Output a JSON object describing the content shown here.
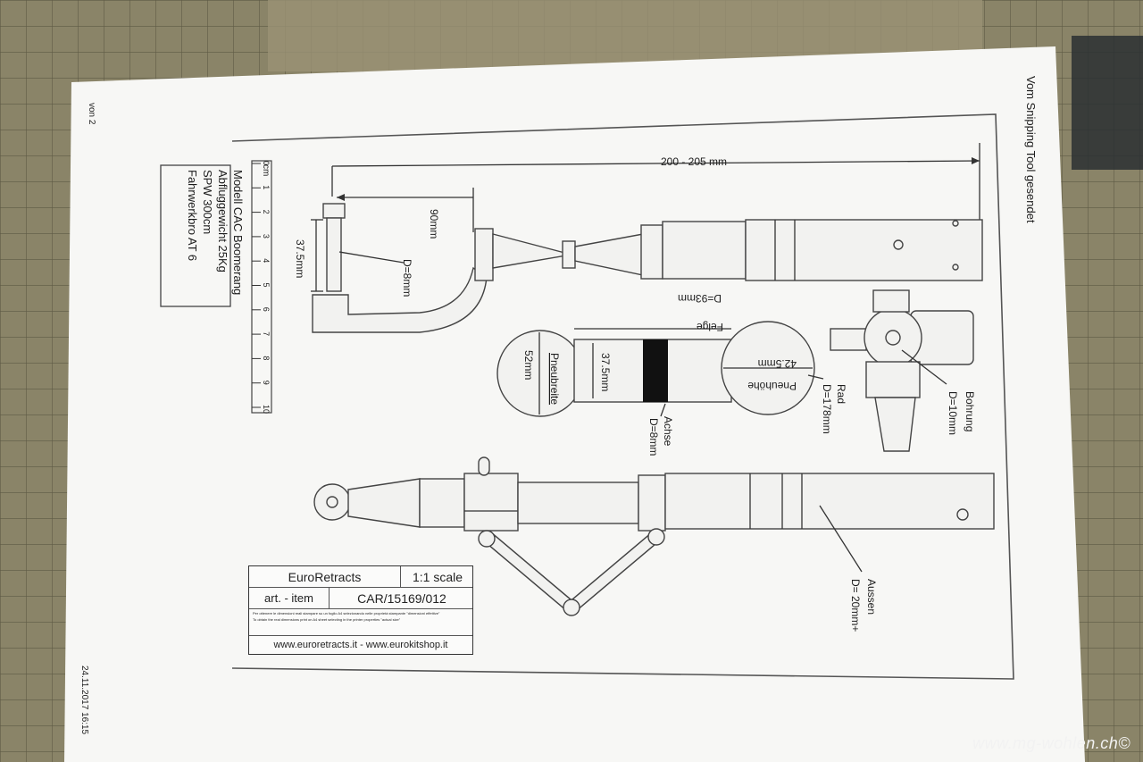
{
  "sheet": {
    "page_corner_note": "von 2",
    "header_note": "Vom Snipping Tool gesendet",
    "footer_date": "24.11.2017 16:15"
  },
  "model_box": {
    "lines": [
      "Modell CAC Boomerang",
      "Abfluggewicht 25Kg",
      "SPW 300cm",
      "Fahrwerkbro AT 6"
    ],
    "ruler_unit": "cm",
    "ruler_ticks": [
      "0",
      "1",
      "2",
      "3",
      "4",
      "5",
      "6",
      "7",
      "8",
      "9",
      "10"
    ]
  },
  "dimensions": {
    "overall": "200 - 205 mm",
    "height": "90mm",
    "axle_length": "37.5mm",
    "axle_dia": "D=8mm",
    "tube_dia": "D=93mm",
    "rim": "Felge",
    "tire_width_label": "Pneubreite",
    "tire_width": "52mm",
    "hub_width": "37.5mm",
    "tire_height_label": "Pneuhöhe",
    "tire_height": "42.5mm",
    "wheel_label": "Rad",
    "wheel_dia": "D=178mm",
    "axle_label": "Achse",
    "axle_dia2": "D=8mm",
    "bore_label": "Bohrung",
    "bore_dia": "D=10mm",
    "outer_label": "Aussen",
    "outer_dia": "D= 20mm+"
  },
  "title_block": {
    "brand": "EuroRetracts",
    "scale": "1:1 scale",
    "item_label": "art. - item",
    "item_code": "CAR/15169/012",
    "fine_print_1": "Per ottenere le dimensioni reali stampare su un foglio A4 selezionando nelle proprietà stampante \"dimensioni effettive\"",
    "fine_print_2": "To obtain the real dimensions print on A4 sheet selecting in the printer properties \"actual size\"",
    "websites": "www.euroretracts.it - www.eurokitshop.it"
  },
  "watermark": "www.mg-wohlen.ch©",
  "colors": {
    "mat": "#8a8468",
    "paper": "#f7f7f5",
    "ink": "#222222"
  }
}
